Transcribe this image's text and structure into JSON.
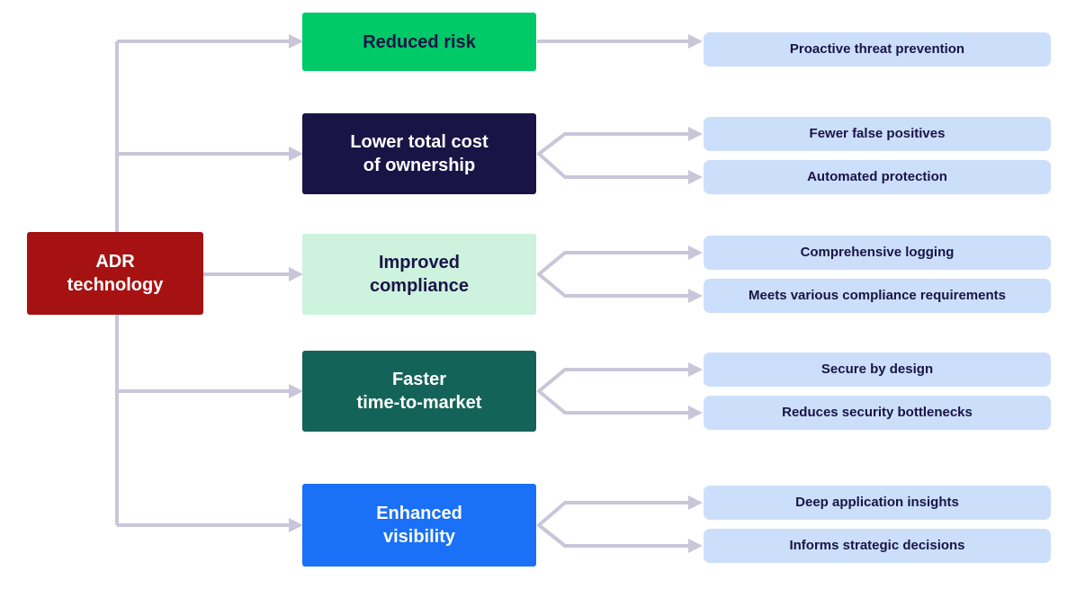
{
  "colors": {
    "connector": "#C9C6DA",
    "child_bg": "#CBDFFB",
    "child_fg": "#1A1446"
  },
  "root": {
    "label": "ADR\ntechnology",
    "bg": "#A61212",
    "fg": "#FFFFFF"
  },
  "rows": [
    {
      "label": "Reduced risk",
      "bg": "#00C967",
      "fg": "#1A1446",
      "children": [
        "Proactive threat prevention"
      ]
    },
    {
      "label": "Lower total cost\nof ownership",
      "bg": "#1A1446",
      "fg": "#FFFFFF",
      "children": [
        "Fewer false positives",
        "Automated protection"
      ]
    },
    {
      "label": "Improved\ncompliance",
      "bg": "#CDF2DE",
      "fg": "#1A1446",
      "children": [
        "Comprehensive logging",
        "Meets various compliance requirements"
      ]
    },
    {
      "label": "Faster\ntime-to-market",
      "bg": "#146358",
      "fg": "#FFFFFF",
      "children": [
        "Secure by design",
        "Reduces security bottlenecks"
      ]
    },
    {
      "label": "Enhanced\nvisibility",
      "bg": "#1A70F6",
      "fg": "#FFFFFF",
      "children": [
        "Deep application insights",
        "Informs strategic decisions"
      ]
    }
  ]
}
